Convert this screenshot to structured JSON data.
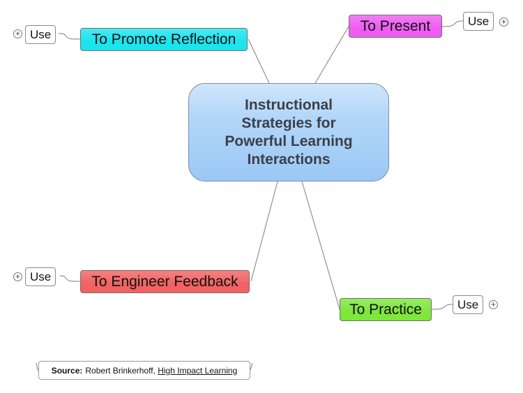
{
  "central": {
    "title": "Instructional\nStrategies for\nPowerful Learning\nInteractions"
  },
  "topics": {
    "reflection": {
      "label": "To Promote Reflection",
      "color": "#1be4ef"
    },
    "present": {
      "label": "To Present",
      "color": "#ee5cf1"
    },
    "feedback": {
      "label": "To Engineer Feedback",
      "color": "#f26262"
    },
    "practice": {
      "label": "To Practice",
      "color": "#7ee63c"
    }
  },
  "subtopic_label": "Use",
  "expand_symbol": "+",
  "source": {
    "label": "Source:",
    "author": "Robert Brinkerhoff,",
    "book": "High Impact Learning"
  }
}
